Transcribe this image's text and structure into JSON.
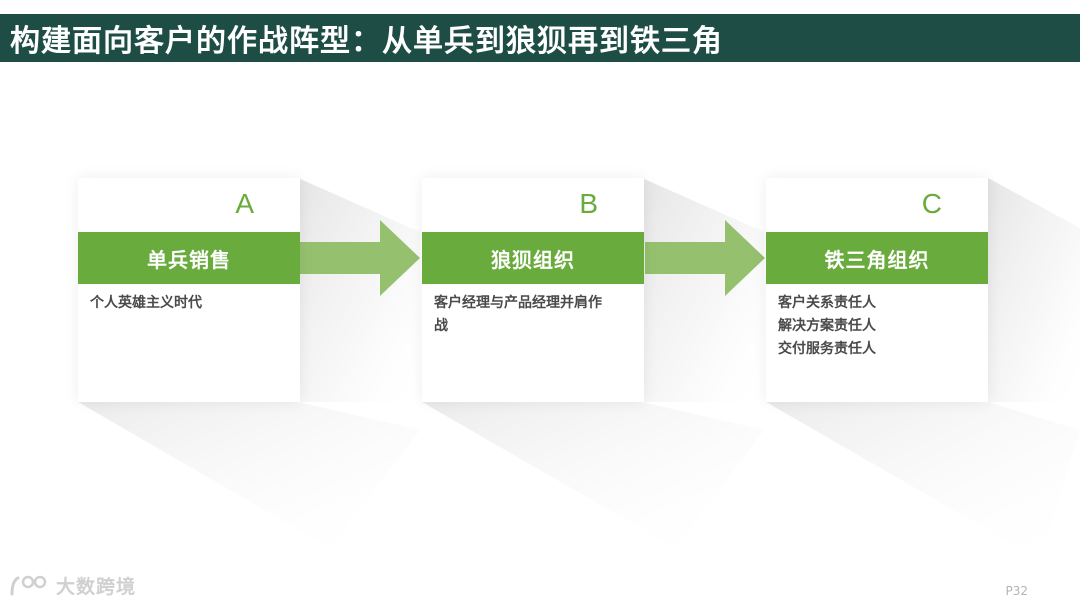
{
  "slide": {
    "title": "构建面向客户的作战阵型：从单兵到狼狈再到铁三角",
    "page_number": "P32",
    "watermark": "大数跨境"
  },
  "cards": [
    {
      "letter": "A",
      "title": "单兵销售",
      "lines": [
        "个人英雄主义时代"
      ]
    },
    {
      "letter": "B",
      "title": "狼狈组织",
      "lines": [
        "客户经理与产品经理并肩作",
        "战"
      ]
    },
    {
      "letter": "C",
      "title": "铁三角组织",
      "lines": [
        "客户关系责任人",
        "解决方案责任人",
        "交付服务责任人"
      ]
    }
  ],
  "colors": {
    "title_bar": "#1d4d45",
    "accent_green": "#6aab3e",
    "arrow_green": "#95c16f"
  },
  "icons": {
    "arrow": "right-arrow-icon",
    "watermark_logo": "watermark-logo-icon"
  }
}
